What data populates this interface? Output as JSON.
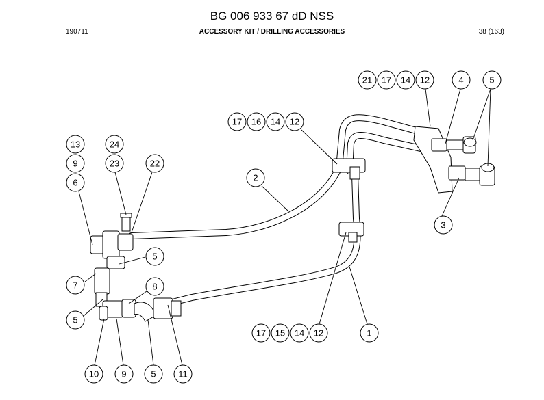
{
  "header": {
    "title": "BG 006 933 67 dD NSS",
    "doc_code": "190711",
    "section": "ACCESSORY KIT / DRILLING ACCESSORIES",
    "page": "38 (163)"
  },
  "callouts": [
    "21",
    "17",
    "14",
    "12",
    "4",
    "5",
    "17",
    "16",
    "14",
    "12",
    "13",
    "24",
    "9",
    "23",
    "22",
    "6",
    "2",
    "3",
    "5",
    "7",
    "8",
    "5",
    "17",
    "15",
    "14",
    "12",
    "1",
    "10",
    "9",
    "5",
    "11"
  ]
}
